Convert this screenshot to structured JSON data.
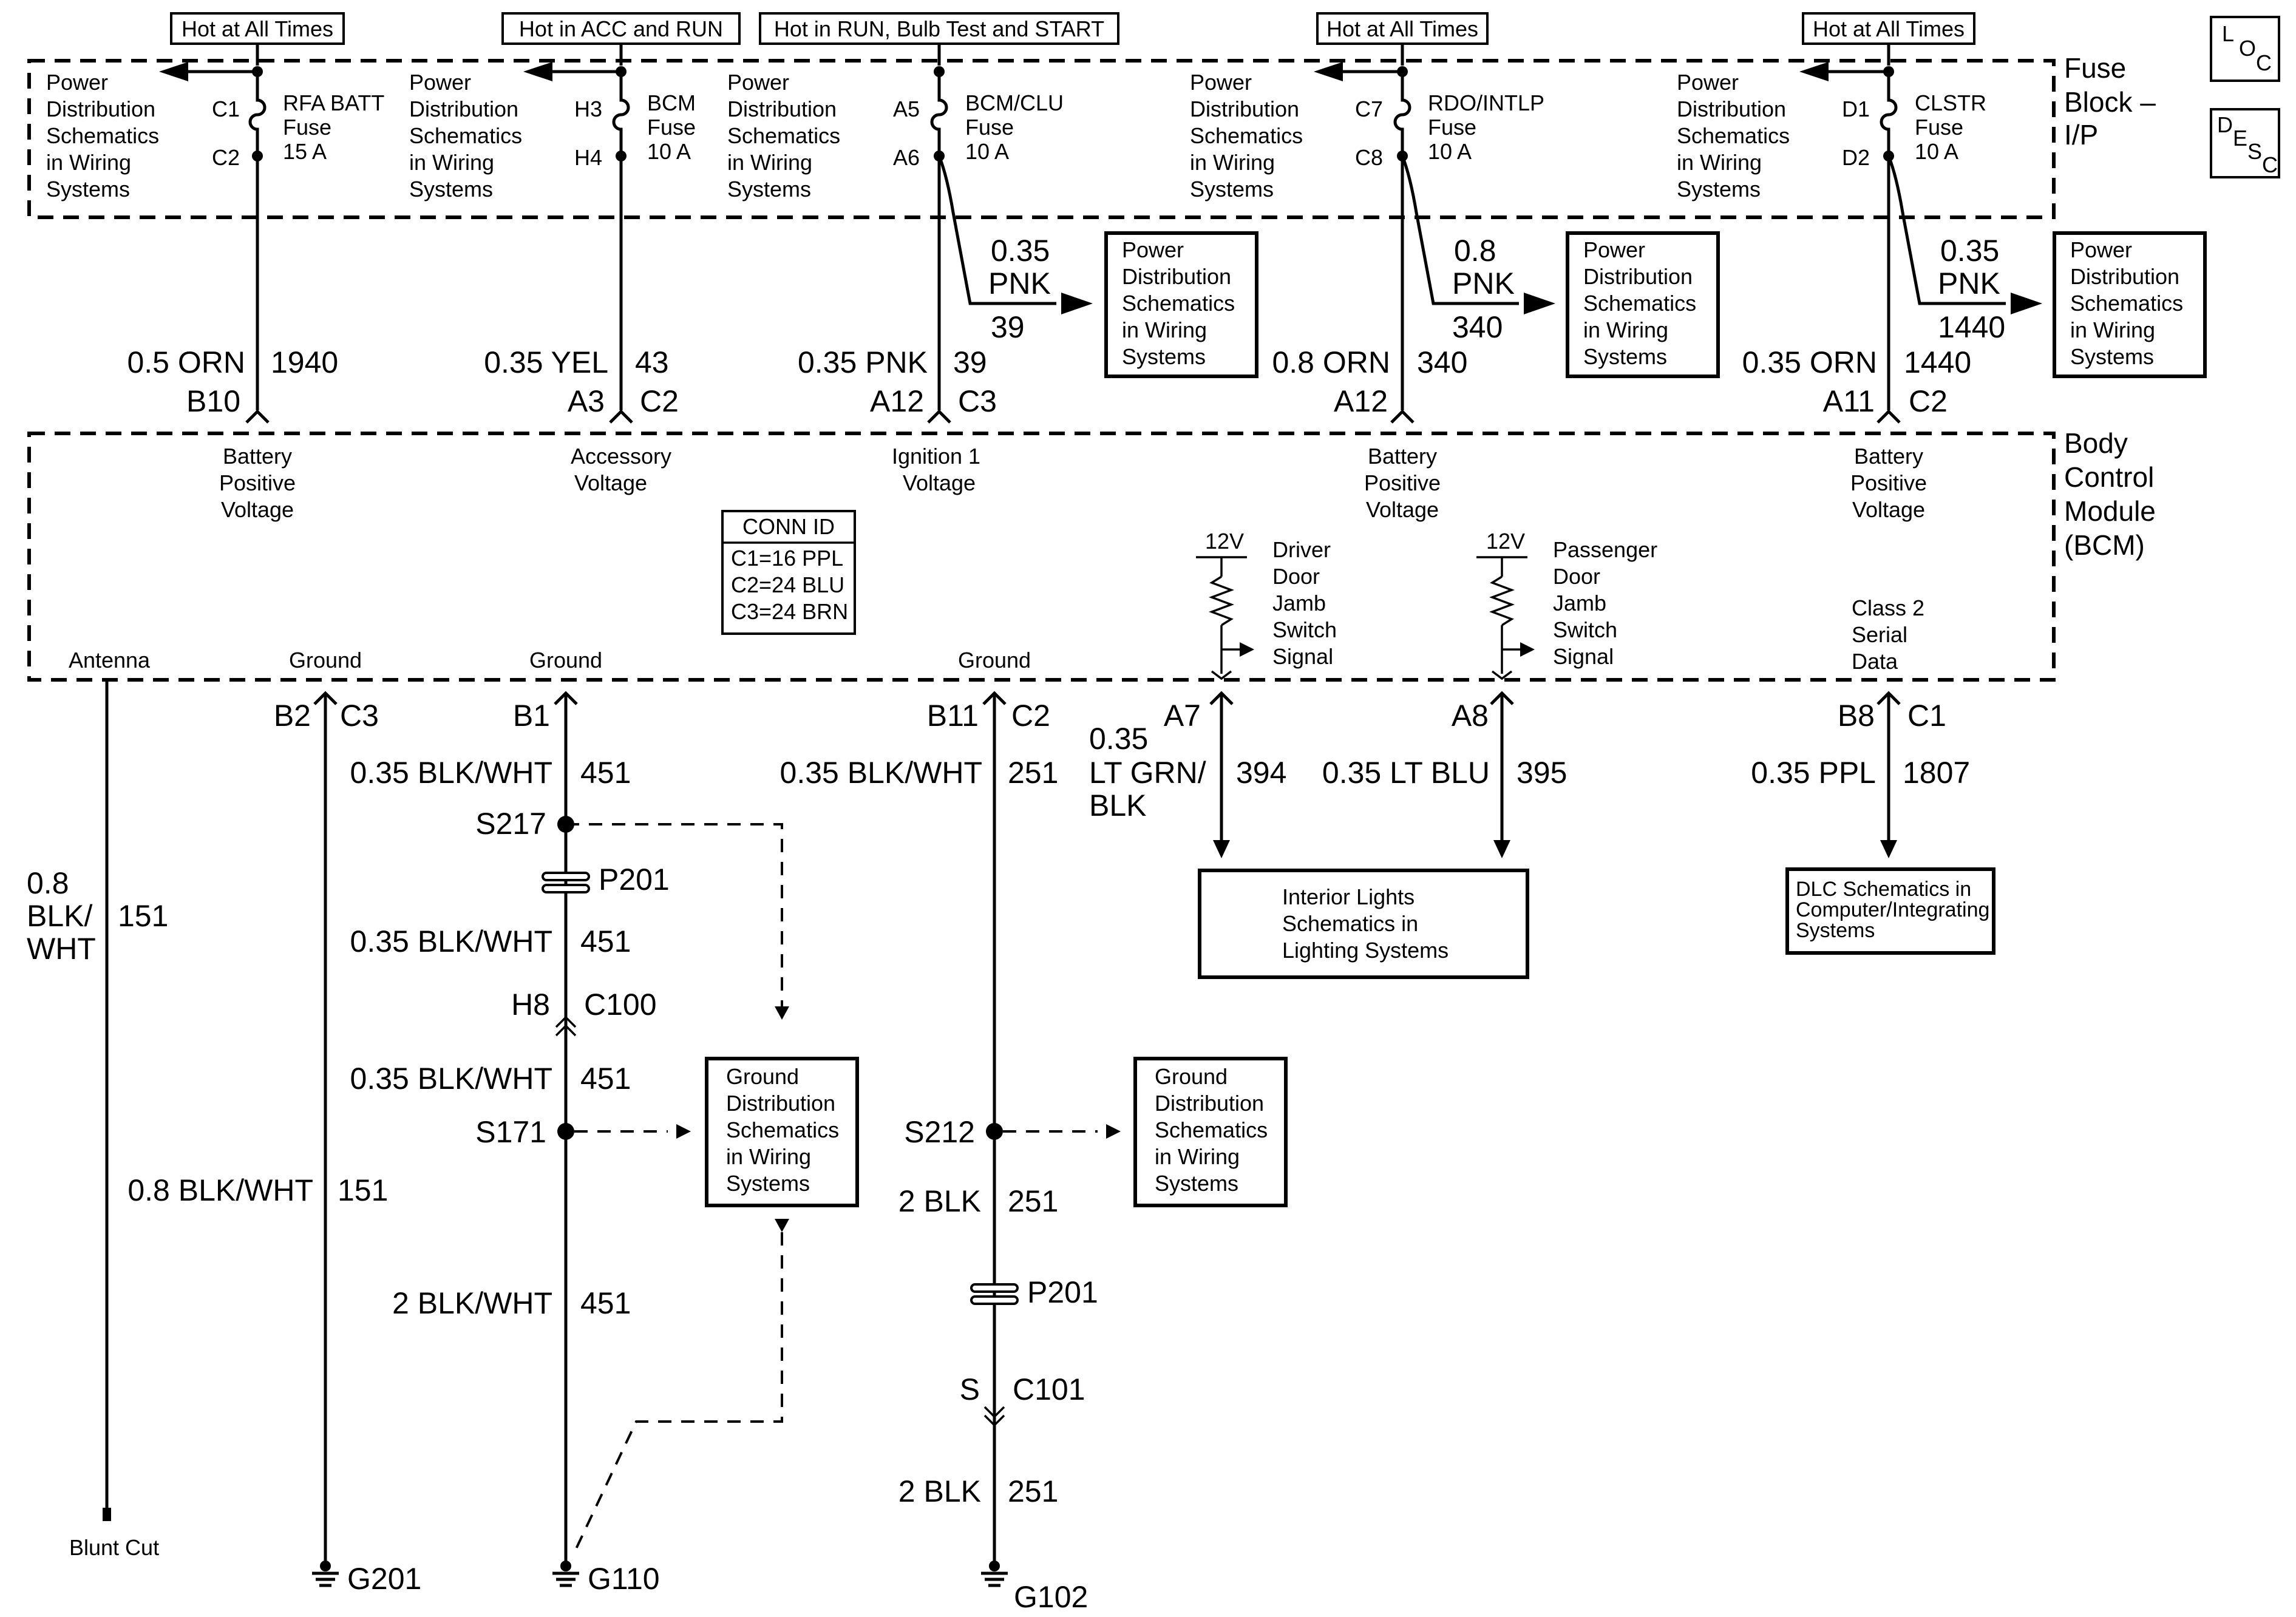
{
  "side_icons": {
    "loc": [
      "L",
      "O",
      "C"
    ],
    "desc": [
      "D",
      "E",
      "S",
      "C"
    ]
  },
  "fuse_block": {
    "title": [
      "Fuse",
      "Block –",
      "I/P"
    ],
    "hot_labels": [
      "Hot at All Times",
      "Hot in ACC and RUN",
      "Hot in RUN, Bulb Test and START",
      "Hot at All Times",
      "Hot at All Times"
    ],
    "power_dist_text": [
      "Power",
      "Distribution",
      "Schematics",
      "in Wiring",
      "Systems"
    ],
    "fuses": [
      {
        "name": [
          "RFA BATT",
          "Fuse",
          "15 A"
        ],
        "top_pin": "C1",
        "bottom_pin": "C2"
      },
      {
        "name": [
          "BCM",
          "Fuse",
          "10 A"
        ],
        "top_pin": "H3",
        "bottom_pin": "H4"
      },
      {
        "name": [
          "BCM/CLU",
          "Fuse",
          "10 A"
        ],
        "top_pin": "A5",
        "bottom_pin": "A6"
      },
      {
        "name": [
          "RDO/INTLP",
          "Fuse",
          "10 A"
        ],
        "top_pin": "C7",
        "bottom_pin": "C8"
      },
      {
        "name": [
          "CLSTR",
          "Fuse",
          "10 A"
        ],
        "top_pin": "D1",
        "bottom_pin": "D2"
      }
    ]
  },
  "branches": [
    {
      "gauge": "0.35",
      "color": "PNK",
      "circuit": "39"
    },
    {
      "gauge": "0.8",
      "color": "PNK",
      "circuit": "340"
    },
    {
      "gauge": "0.35",
      "color": "PNK",
      "circuit": "1440"
    }
  ],
  "upper_wires": [
    {
      "wire": "0.5 ORN",
      "circuit": "1940",
      "pin": "B10",
      "conn": ""
    },
    {
      "wire": "0.35 YEL",
      "circuit": "43",
      "pin": "A3",
      "conn": "C2"
    },
    {
      "wire": "0.35 PNK",
      "circuit": "39",
      "pin": "A12",
      "conn": "C3"
    },
    {
      "wire": "0.8 ORN",
      "circuit": "340",
      "pin": "A12",
      "conn": ""
    },
    {
      "wire": "0.35 ORN",
      "circuit": "1440",
      "pin": "A11",
      "conn": "C2"
    }
  ],
  "bcm": {
    "title": [
      "Body",
      "Control",
      "Module",
      "(BCM)"
    ],
    "inputs": [
      [
        "Battery",
        "Positive",
        "Voltage"
      ],
      [
        "Accessory",
        "Voltage"
      ],
      [
        "Ignition 1",
        "Voltage"
      ],
      [
        "Battery",
        "Positive",
        "Voltage"
      ],
      [
        "Battery",
        "Positive",
        "Voltage"
      ]
    ],
    "conn_id": {
      "title": "CONN ID",
      "lines": [
        "C1=16 PPL",
        "C2=24 BLU",
        "C3=24 BRN"
      ]
    },
    "pullup": "12V",
    "driver_signal": [
      "Driver",
      "Door",
      "Jamb",
      "Switch",
      "Signal"
    ],
    "passenger_signal": [
      "Passenger",
      "Door",
      "Jamb",
      "Switch",
      "Signal"
    ],
    "class2": [
      "Class 2",
      "Serial",
      "Data"
    ],
    "bottom_labels": [
      "Antenna",
      "Ground",
      "Ground",
      "Ground"
    ]
  },
  "lower_pins": [
    {
      "pin": "B2",
      "conn": "C3"
    },
    {
      "pin": "B1",
      "conn": ""
    },
    {
      "pin": "B11",
      "conn": "C2"
    },
    {
      "pin": "A7",
      "conn": ""
    },
    {
      "pin": "A8",
      "conn": ""
    },
    {
      "pin": "B8",
      "conn": "C1"
    }
  ],
  "lower_wires": {
    "antenna": {
      "gauge": "0.8",
      "color": [
        "BLK/",
        "WHT"
      ],
      "circuit": "151",
      "end": "Blunt Cut"
    },
    "g201": {
      "wire": "0.8 BLK/WHT",
      "circuit": "151",
      "ground": "G201"
    },
    "w451": [
      {
        "wire": "0.35 BLK/WHT",
        "circuit": "451"
      },
      {
        "wire": "0.35 BLK/WHT",
        "circuit": "451"
      },
      {
        "wire": "0.35 BLK/WHT",
        "circuit": "451"
      },
      {
        "wire": "2 BLK/WHT",
        "circuit": "451"
      }
    ],
    "s217": "S217",
    "p201": "P201",
    "c100": {
      "pin": "H8",
      "conn": "C100"
    },
    "s171": "S171",
    "g110": "G110",
    "w251": [
      {
        "wire": "0.35 BLK/WHT",
        "circuit": "251"
      },
      {
        "wire": "2 BLK",
        "circuit": "251"
      },
      {
        "wire": "2 BLK",
        "circuit": "251"
      }
    ],
    "s212": "S212",
    "p201b": "P201",
    "c101": {
      "pin": "S",
      "conn": "C101"
    },
    "g102": "G102",
    "w394": {
      "gauge": "0.35",
      "color": [
        "LT GRN/",
        "BLK"
      ],
      "circuit": "394"
    },
    "w395": {
      "wire": "0.35 LT BLU",
      "circuit": "395"
    },
    "w1807": {
      "wire": "0.35 PPL",
      "circuit": "1807"
    }
  },
  "ground_dist_text": [
    "Ground",
    "Distribution",
    "Schematics",
    "in Wiring",
    "Systems"
  ],
  "interior_lights": [
    "Interior Lights",
    "Schematics in",
    "Lighting Systems"
  ],
  "dlc": [
    "DLC Schematics in",
    "Computer/Integrating",
    "Systems"
  ]
}
